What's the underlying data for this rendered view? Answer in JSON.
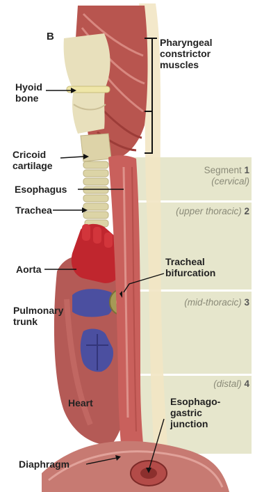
{
  "figure": {
    "panel_letter": "B"
  },
  "labels": {
    "pharyngeal": [
      "Pharyngeal",
      "constrictor",
      "muscles"
    ],
    "hyoid": [
      "Hyoid",
      "bone"
    ],
    "cricoid": [
      "Cricoid",
      "cartilage"
    ],
    "esophagus": "Esophagus",
    "trachea": "Trachea",
    "aorta": "Aorta",
    "tracheal_bifurcation": [
      "Tracheal",
      "bifurcation"
    ],
    "pulmonary_trunk": [
      "Pulmonary",
      "trunk"
    ],
    "heart": "Heart",
    "ge_junction": [
      "Esophago-",
      "gastric",
      "junction"
    ],
    "diaphragm": "Diaphragm"
  },
  "segments": [
    {
      "name": "Segment",
      "num": "1",
      "sub": "(cervical)"
    },
    {
      "name": "(upper thoracic)",
      "num": "2"
    },
    {
      "name": "(mid-thoracic)",
      "num": "3"
    },
    {
      "name": "(distal)",
      "num": "4"
    }
  ],
  "colors": {
    "band": "#e6e6cc",
    "band_divider": "#ffffff",
    "esophagus": "#c9605c",
    "muscle": "#b8554f",
    "cartilage": "#d9d2a8",
    "aorta": "#c0262e",
    "pulmonary": "#4b4fa0",
    "heart": "#b45a56",
    "diaphragm": "#c77a72"
  }
}
